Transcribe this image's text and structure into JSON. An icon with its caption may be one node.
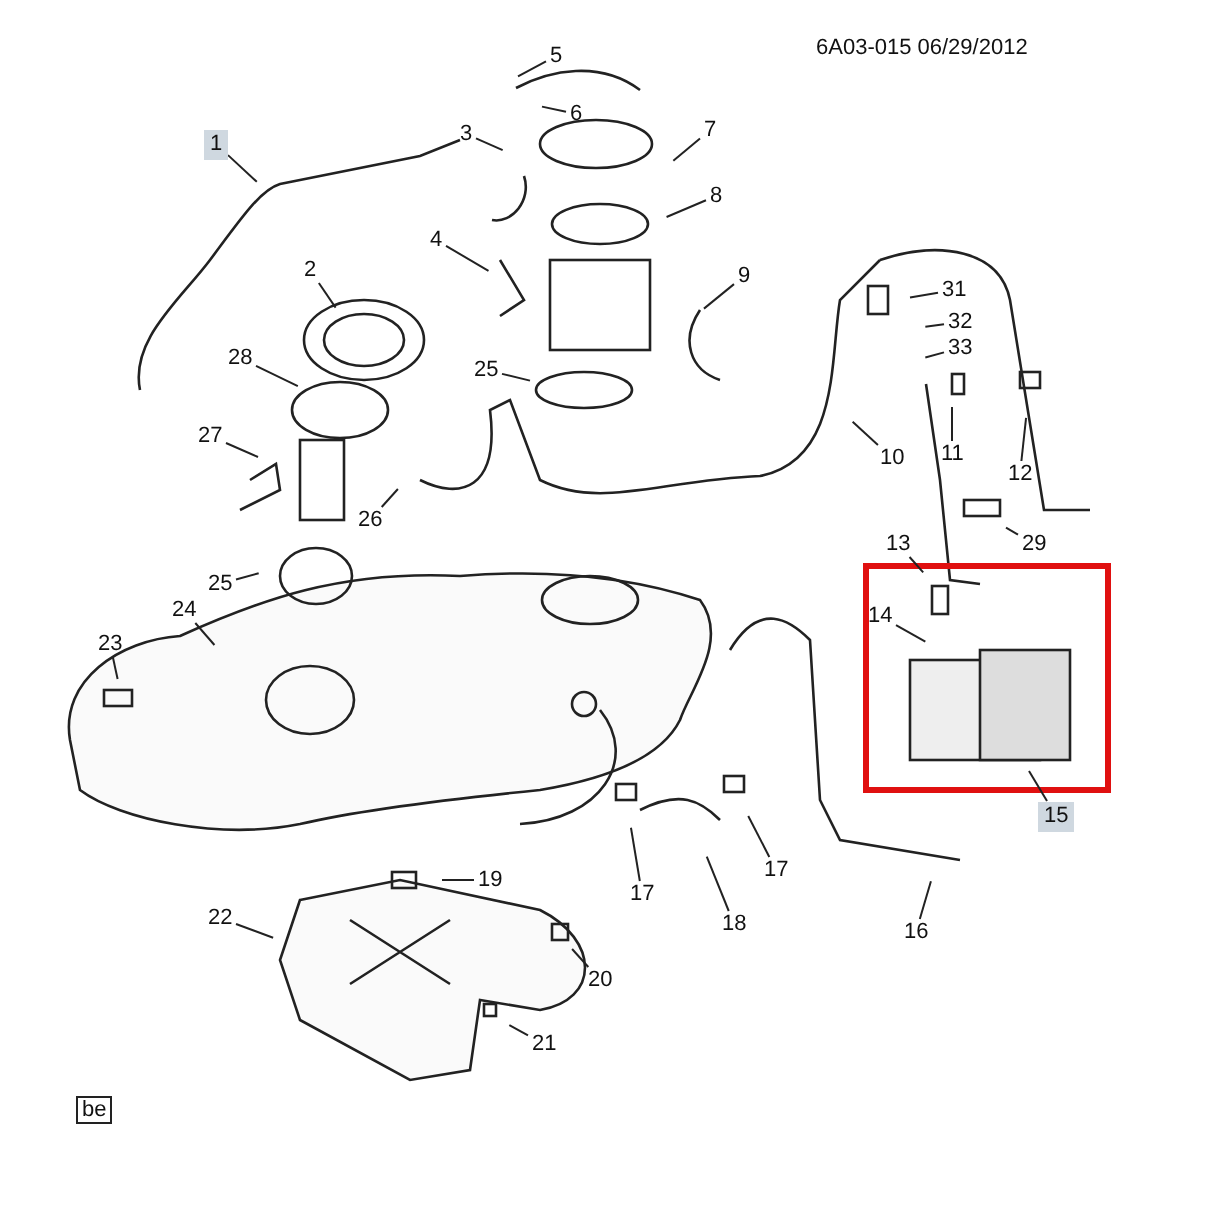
{
  "diagram": {
    "nodes": [
      {
        "text": [
          "1"
        ]
      },
      {
        "text": [
          "2"
        ]
      },
      {
        "text": [
          "3"
        ]
      },
      {
        "text": [
          "4"
        ]
      },
      {
        "text": [
          "5"
        ]
      },
      {
        "text": [
          "6"
        ]
      },
      {
        "text": [
          "7"
        ]
      },
      {
        "text": [
          "8"
        ]
      },
      {
        "text": [
          "9"
        ]
      },
      {
        "text": [
          "10"
        ]
      },
      {
        "text": [
          "11"
        ]
      },
      {
        "text": [
          "12"
        ]
      },
      {
        "text": [
          "13"
        ]
      },
      {
        "text": [
          "14"
        ]
      },
      {
        "text": [
          "15"
        ]
      },
      {
        "text": [
          "16"
        ]
      },
      {
        "text": [
          "17"
        ]
      },
      {
        "text": [
          "17"
        ]
      },
      {
        "text": [
          "18"
        ]
      },
      {
        "text": [
          "19"
        ]
      },
      {
        "text": [
          "20"
        ]
      },
      {
        "text": [
          "21"
        ]
      },
      {
        "text": [
          "22"
        ]
      },
      {
        "text": [
          "23"
        ]
      },
      {
        "text": [
          "24"
        ]
      },
      {
        "text": [
          "25"
        ]
      },
      {
        "text": [
          "25"
        ]
      },
      {
        "text": [
          "26"
        ]
      },
      {
        "text": [
          "27"
        ]
      },
      {
        "text": [
          "28"
        ]
      },
      {
        "text": [
          "29"
        ]
      },
      {
        "text": [
          "31"
        ]
      },
      {
        "text": [
          "32"
        ]
      },
      {
        "text": [
          "33"
        ]
      }
    ],
    "edges": [
      {
        "from": 0,
        "to": null,
        "arrow": "none"
      },
      {
        "from": 1,
        "to": null,
        "arrow": "none"
      },
      {
        "from": 2,
        "to": null,
        "arrow": "none"
      },
      {
        "from": 3,
        "to": null,
        "arrow": "none"
      },
      {
        "from": 4,
        "to": null,
        "arrow": "none"
      },
      {
        "from": 5,
        "to": null,
        "arrow": "none"
      },
      {
        "from": 6,
        "to": null,
        "arrow": "none"
      },
      {
        "from": 7,
        "to": null,
        "arrow": "none"
      },
      {
        "from": 8,
        "to": null,
        "arrow": "none"
      },
      {
        "from": 9,
        "to": null,
        "arrow": "none"
      },
      {
        "from": 10,
        "to": null,
        "arrow": "none"
      },
      {
        "from": 11,
        "to": null,
        "arrow": "none"
      },
      {
        "from": 12,
        "to": null,
        "arrow": "none"
      },
      {
        "from": 13,
        "to": null,
        "arrow": "none"
      },
      {
        "from": 14,
        "to": null,
        "arrow": "none"
      },
      {
        "from": 15,
        "to": null,
        "arrow": "none"
      },
      {
        "from": 16,
        "to": null,
        "arrow": "none"
      },
      {
        "from": 17,
        "to": null,
        "arrow": "none"
      },
      {
        "from": 18,
        "to": null,
        "arrow": "none"
      },
      {
        "from": 19,
        "to": null,
        "arrow": "none"
      },
      {
        "from": 20,
        "to": null,
        "arrow": "none"
      },
      {
        "from": 21,
        "to": null,
        "arrow": "none"
      },
      {
        "from": 22,
        "to": null,
        "arrow": "none"
      },
      {
        "from": 23,
        "to": null,
        "arrow": "none"
      },
      {
        "from": 24,
        "to": null,
        "arrow": "none"
      },
      {
        "from": 25,
        "to": null,
        "arrow": "none"
      },
      {
        "from": 26,
        "to": null,
        "arrow": "none"
      },
      {
        "from": 27,
        "to": null,
        "arrow": "none"
      },
      {
        "from": 28,
        "to": null,
        "arrow": "none"
      },
      {
        "from": 29,
        "to": null,
        "arrow": "none"
      },
      {
        "from": 30,
        "to": null,
        "arrow": "none"
      },
      {
        "from": 31,
        "to": null,
        "arrow": "none"
      },
      {
        "from": 32,
        "to": null,
        "arrow": "none"
      },
      {
        "from": 33,
        "to": null,
        "arrow": "none"
      }
    ],
    "labels": [
      "6A03-015 06/29/2012",
      "be"
    ]
  }
}
